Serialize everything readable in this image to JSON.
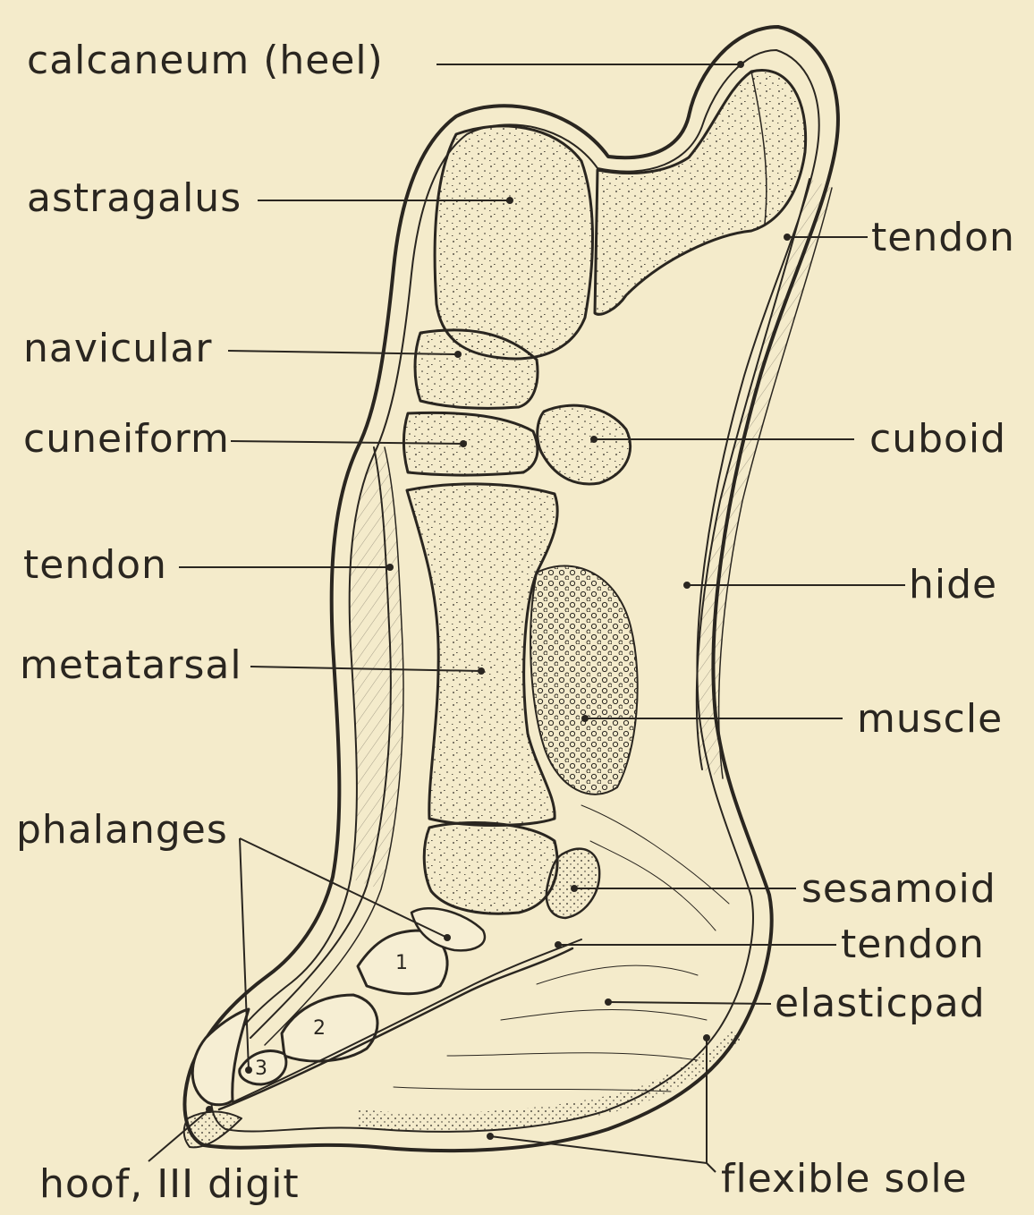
{
  "labels": {
    "calcaneum": "calcaneum (heel)",
    "astragalus": "astragalus",
    "navicular": "navicular",
    "cuneiform": "cuneiform",
    "tendon_left": "tendon",
    "metatarsal": "metatarsal",
    "phalanges": "phalanges",
    "hoof": "hoof, III digit",
    "tendon_right_top": "tendon",
    "cuboid": "cuboid",
    "hide": "hide",
    "muscle": "muscle",
    "sesamoid": "sesamoid",
    "tendon_right_bottom": "tendon",
    "elastic_pad": "elasticpad",
    "flexible_sole": "flexible sole"
  },
  "phalanx_numbers": [
    "1",
    "2",
    "3"
  ],
  "colors": {
    "paper": "#f4ebcb",
    "ink": "#2a2620",
    "bone": "#f6eed3"
  }
}
